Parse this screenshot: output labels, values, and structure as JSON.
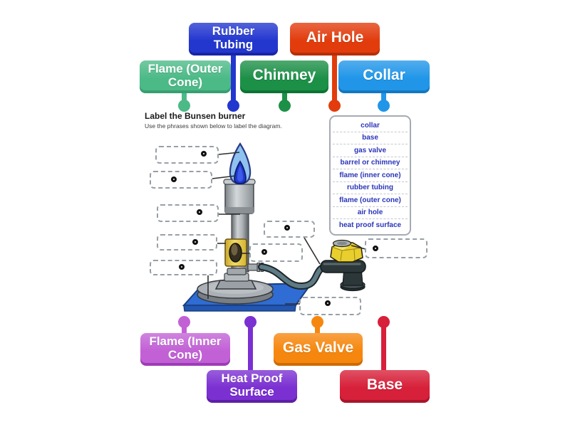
{
  "header": {
    "title": "Label the Bunsen burner",
    "subtitle": "Use the phrases shown below to label the diagram."
  },
  "labels": {
    "rubber_tubing": {
      "text": "Rubber Tubing",
      "color": "#2337cf",
      "color_dark": "#1726a6"
    },
    "air_hole": {
      "text": "Air Hole",
      "color": "#e23c0d",
      "color_dark": "#b52f09"
    },
    "flame_outer": {
      "text": "Flame (Outer Cone)",
      "color": "#4cba87",
      "color_dark": "#379f70"
    },
    "chimney": {
      "text": "Chimney",
      "color": "#1d9048",
      "color_dark": "#0d7434"
    },
    "collar": {
      "text": "Collar",
      "color": "#2196e8",
      "color_dark": "#1478c2"
    },
    "flame_inner": {
      "text": "Flame (Inner Cone)",
      "color": "#c261d6",
      "color_dark": "#9e3cb8"
    },
    "heat_proof": {
      "text": "Heat Proof Surface",
      "color": "#7b30d2",
      "color_dark": "#5e1fa6"
    },
    "gas_valve": {
      "text": "Gas Valve",
      "color": "#f6870e",
      "color_dark": "#cf6a05"
    },
    "base": {
      "text": "Base",
      "color": "#d72039",
      "color_dark": "#a8152a"
    }
  },
  "word_list": {
    "items": [
      "collar",
      "base",
      "gas valve",
      "barrel or chimney",
      "flame (inner cone)",
      "rubber tubing",
      "flame (outer cone)",
      "air hole",
      "heat proof surface"
    ]
  },
  "drop_target_marker": "circle-ring",
  "theme": {
    "word_text_color": "#2a35b8",
    "connector_color": "#2e2e2e",
    "dashed_box_color": "#98a0a6",
    "mat_color": "#2f6cd3",
    "flame_outer_color": "#8fc2ee",
    "flame_inner_color": "#2139cf",
    "collar_color": "#e3c94f"
  }
}
